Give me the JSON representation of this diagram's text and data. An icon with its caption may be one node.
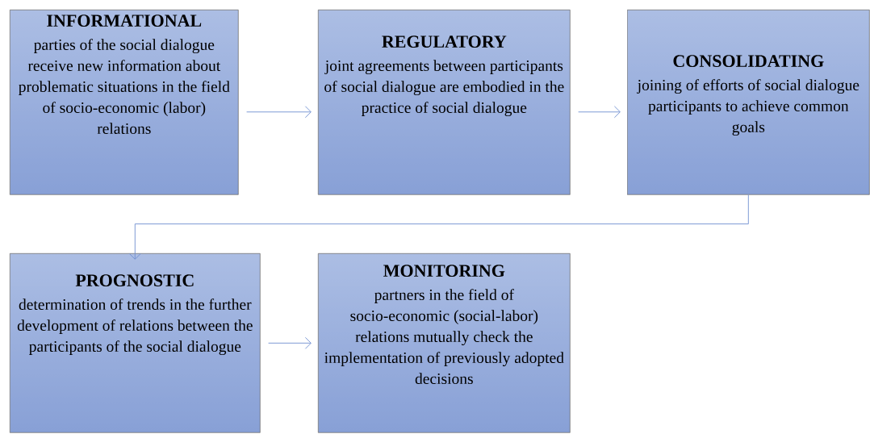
{
  "diagram": {
    "nodes": [
      {
        "text": [
          "INFORMATIONAL",
          "parties of the social dialogue receive new information about problematic situations in the field of socio-economic (labor) relations"
        ]
      },
      {
        "text": [
          "REGULATORY",
          "joint agreements between participants of social dialogue are embodied in the practice of social dialogue"
        ]
      },
      {
        "text": [
          "CONSOLIDATING",
          "joining of efforts of social dialogue participants to achieve common goals"
        ]
      },
      {
        "text": [
          "PROGNOSTIC",
          "determination of trends in the further development of relations between the participants of the social dialogue"
        ]
      },
      {
        "text": [
          "MONITORING",
          "partners in the field of socio-economic (social-labor) relations mutually check the implementation of previously adopted decisions"
        ]
      }
    ],
    "edges": [
      {
        "from": 0,
        "to": 1,
        "arrow": "to"
      },
      {
        "from": 1,
        "to": 2,
        "arrow": "to"
      },
      {
        "from": 2,
        "to": 3,
        "arrow": "to"
      },
      {
        "from": 3,
        "to": 4,
        "arrow": "to"
      }
    ]
  }
}
